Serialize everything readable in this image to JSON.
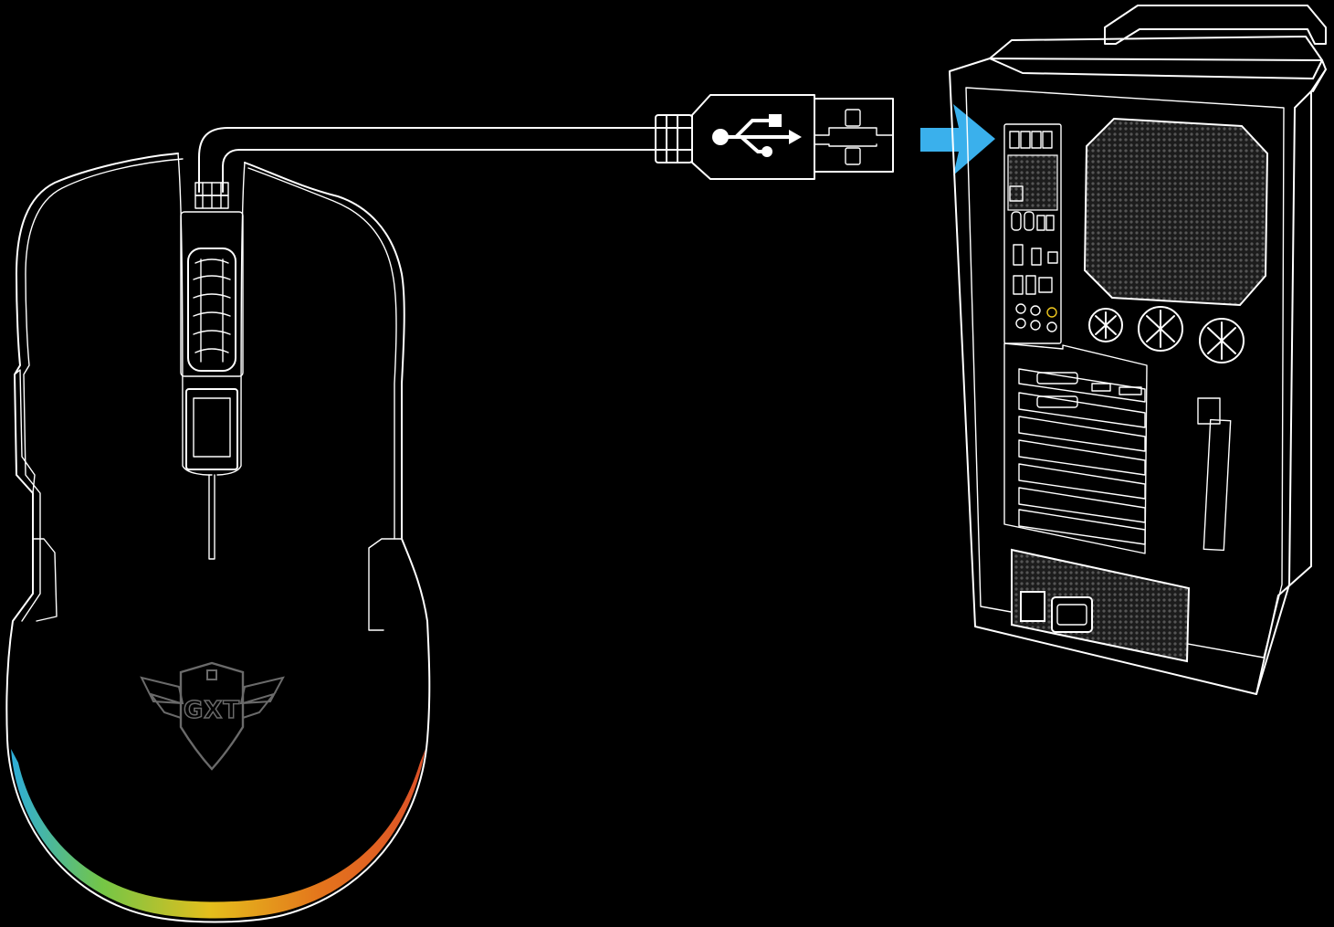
{
  "diagram": {
    "background_color": "#000000",
    "line_color": "#ffffff",
    "arrow_color": "#3ab0ec",
    "mouse": {
      "logo_text": "GXT",
      "rgb_gradient": [
        "#2fb6e6",
        "#7ad04a",
        "#f0c81e",
        "#f07a1e",
        "#e8552a"
      ]
    },
    "connection": {
      "connector": "usb-type-a",
      "target": "usb-port"
    },
    "computer": {
      "usb_ports": 4,
      "expansion_slots": 7,
      "fans": 3
    }
  }
}
